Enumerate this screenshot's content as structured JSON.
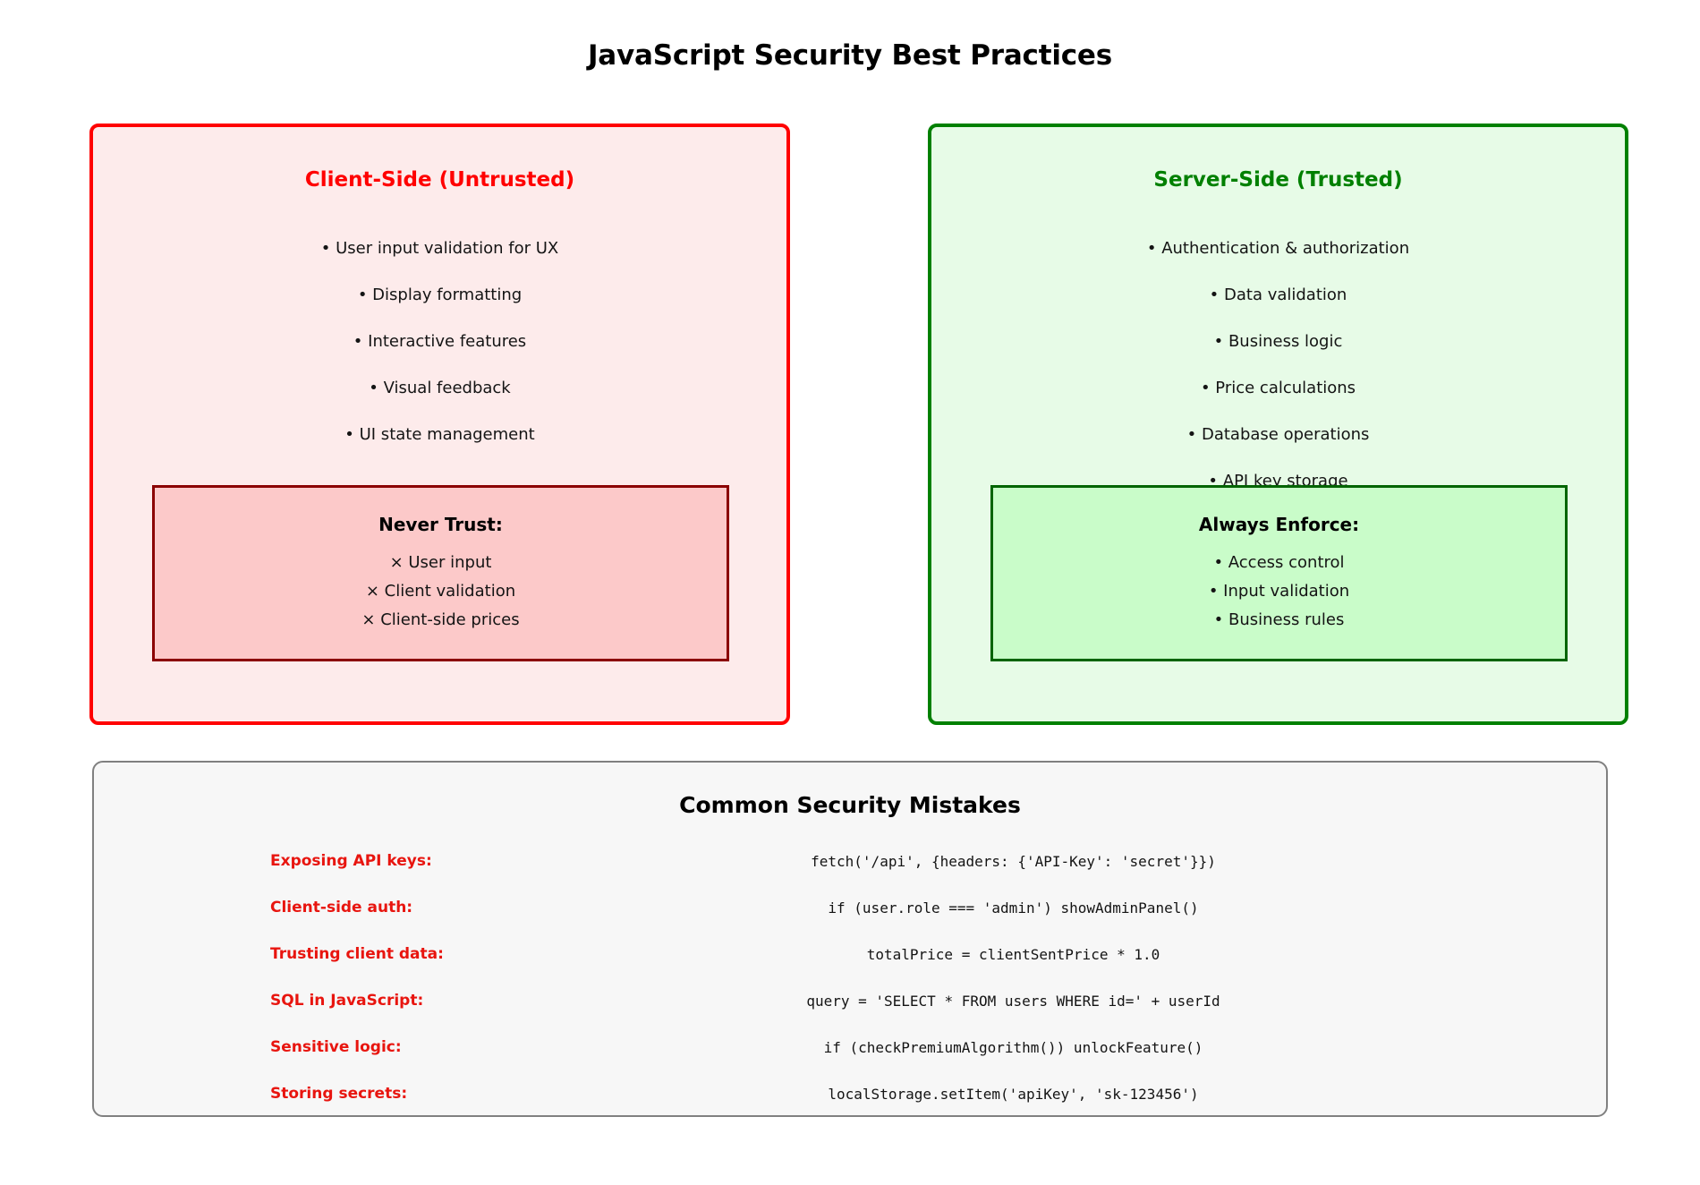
{
  "title": "JavaScript Security Best Practices",
  "colors": {
    "client_accent": "#ff0000",
    "server_accent": "#008000",
    "client_bg": "#fdebeb",
    "server_bg": "#e7fbe7",
    "never_trust_bg": "#fcc9c9",
    "never_trust_border": "#8b0000",
    "always_enforce_bg": "#c9fcc9",
    "always_enforce_border": "#006400",
    "mistakes_bg": "#f7f7f7",
    "mistakes_border": "#808080",
    "mistake_label": "#e8150f"
  },
  "client_panel": {
    "heading": "Client-Side (Untrusted)",
    "bullets": [
      "• User input validation for UX",
      "• Display formatting",
      "• Interactive features",
      "• Visual feedback",
      "• UI state management"
    ],
    "inner": {
      "title": "Never Trust:",
      "items": [
        "× User input",
        "× Client validation",
        "× Client-side prices"
      ]
    }
  },
  "server_panel": {
    "heading": "Server-Side (Trusted)",
    "bullets": [
      "• Authentication & authorization",
      "• Data validation",
      "• Business logic",
      "• Price calculations",
      "• Database operations",
      "• API key storage"
    ],
    "inner": {
      "title": "Always Enforce:",
      "items": [
        "• Access control",
        "• Input validation",
        "• Business rules"
      ]
    }
  },
  "mistakes_panel": {
    "title": "Common Security Mistakes",
    "rows": [
      {
        "label": "Exposing API keys:",
        "code": "fetch('/api', {headers: {'API-Key': 'secret'}})"
      },
      {
        "label": "Client-side auth:",
        "code": "if (user.role === 'admin') showAdminPanel()"
      },
      {
        "label": "Trusting client data:",
        "code": "totalPrice = clientSentPrice * 1.0"
      },
      {
        "label": "SQL in JavaScript:",
        "code": "query = 'SELECT * FROM users WHERE id=' + userId"
      },
      {
        "label": "Sensitive logic:",
        "code": "if (checkPremiumAlgorithm()) unlockFeature()"
      },
      {
        "label": "Storing secrets:",
        "code": "localStorage.setItem('apiKey', 'sk-123456')"
      }
    ]
  }
}
